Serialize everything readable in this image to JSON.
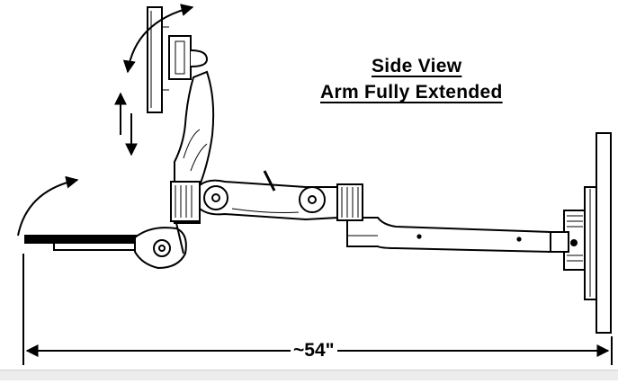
{
  "title": {
    "line1": "Side View",
    "line2": "Arm Fully Extended"
  },
  "dimension": {
    "label": "~54\""
  },
  "colors": {
    "ink": "#000000",
    "background": "#ffffff"
  }
}
